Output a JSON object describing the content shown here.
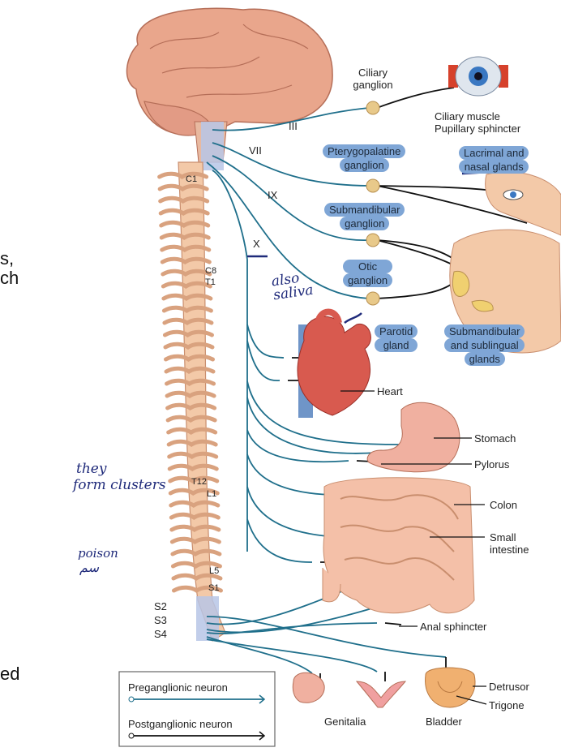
{
  "nerves": {
    "iii": "III",
    "vii": "VII",
    "ix": "IX",
    "x": "X"
  },
  "spine": {
    "c1": "C1",
    "c8": "C8",
    "t1": "T1",
    "t12": "T12",
    "l1": "L1",
    "l5": "L5",
    "s1": "S1",
    "s2": "S2",
    "s3": "S3",
    "s4": "S4"
  },
  "labels": {
    "ciliary_ganglion": [
      "Ciliary",
      "ganglion"
    ],
    "ciliary_muscle": "Ciliary muscle",
    "pupillary_sphincter": "Pupillary sphincter",
    "pterygopalatine_ganglion": [
      "Pterygopalatine",
      "ganglion"
    ],
    "lacrimal_glands": [
      "Lacrimal and",
      "nasal glands"
    ],
    "submandibular_ganglion": [
      "Submandibular",
      "ganglion"
    ],
    "otic_ganglion": [
      "Otic",
      "ganglion"
    ],
    "parotid_gland": [
      "Parotid",
      "gland"
    ],
    "submandibular_sublingual": [
      "Submandibular",
      "and sublingual",
      "glands"
    ],
    "heart": "Heart",
    "stomach": "Stomach",
    "pylorus": "Pylorus",
    "colon": "Colon",
    "small_intestine": [
      "Small",
      "intestine"
    ],
    "anal_sphincter": "Anal sphincter",
    "detrusor": "Detrusor",
    "trigone": "Trigone",
    "genitalia": "Genitalia",
    "bladder": "Bladder"
  },
  "legend": {
    "preganglionic": "Preganglionic neuron",
    "postganglionic": "Postganglionic neuron"
  },
  "annotations": {
    "also_saliva": [
      "also",
      "saliva"
    ],
    "they_form_clusters": [
      "they",
      "form clusters"
    ],
    "poison": "poison"
  },
  "page_edge_text": {
    "s_comma": "s,",
    "ch": "ch",
    "ed": "ed"
  },
  "colors": {
    "nerve_blue": "#1f6f8b",
    "post_black": "#111111",
    "highlight": "#7fa6d6",
    "ganglion": "#e8c98a",
    "skin": "#f3c9a8",
    "brain": "#e9a68c",
    "spine_blue": "#b7c6e6"
  }
}
